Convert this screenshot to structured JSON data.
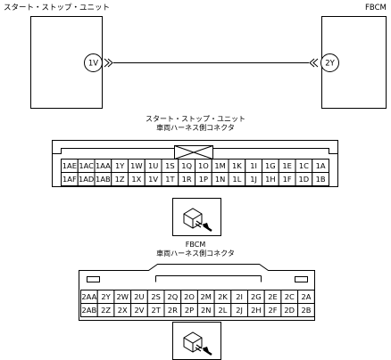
{
  "wiring": {
    "unit_left_label": "スタート・ストップ・ユニット",
    "unit_right_label": "FBCM",
    "pin_left": "1V",
    "pin_right": "2Y"
  },
  "connector1": {
    "title_line1": "スタート・ストップ・ユニット",
    "title_line2": "車両ハーネス側コネクタ",
    "row1": [
      "1AE",
      "1AC",
      "1AA",
      "1Y",
      "1W",
      "1U",
      "1S",
      "1Q",
      "1O",
      "1M",
      "1K",
      "1I",
      "1G",
      "1E",
      "1C",
      "1A"
    ],
    "row2": [
      "1AF",
      "1AD",
      "1AB",
      "1Z",
      "1X",
      "1V",
      "1T",
      "1R",
      "1P",
      "1N",
      "1L",
      "1J",
      "1H",
      "1F",
      "1D",
      "1B"
    ]
  },
  "connector2": {
    "title_line1": "FBCM",
    "title_line2": "車両ハーネス側コネクタ",
    "row1": [
      "2AA",
      "2Y",
      "2W",
      "2U",
      "2S",
      "2Q",
      "2O",
      "2M",
      "2K",
      "2I",
      "2G",
      "2E",
      "2C",
      "2A"
    ],
    "row2": [
      "2AB",
      "2Z",
      "2X",
      "2V",
      "2T",
      "2R",
      "2P",
      "2N",
      "2L",
      "2J",
      "2H",
      "2F",
      "2D",
      "2B"
    ]
  },
  "icons": [
    "connector-plug-icon",
    "connector-plug-icon"
  ]
}
